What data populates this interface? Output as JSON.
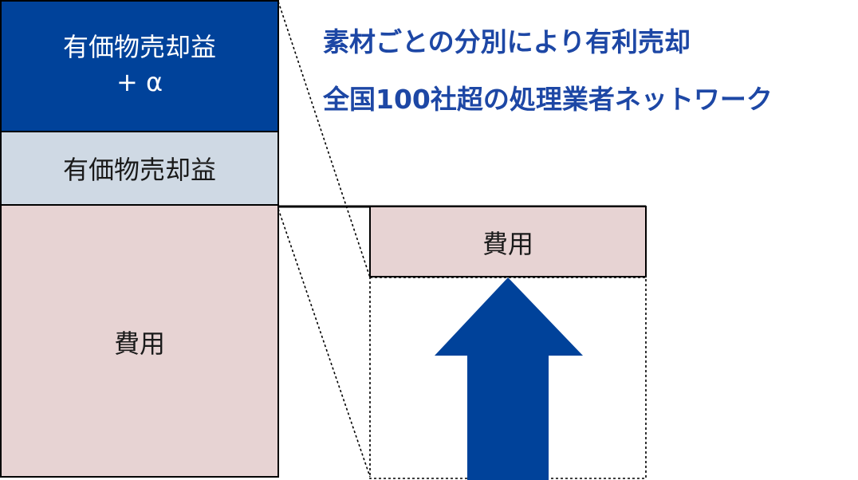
{
  "colors": {
    "dark_blue": "#00429a",
    "light_blue_gray": "#cfd9e4",
    "pink": "#e7d3d3",
    "headline": "#1d47a5",
    "outline": "#000000"
  },
  "left_stack": {
    "top_block": {
      "line1": "有価物売却益",
      "line2": "+ α"
    },
    "middle_block": {
      "label": "有価物売却益"
    },
    "bottom_block": {
      "label": "費用"
    }
  },
  "right_group": {
    "cost_box": {
      "label": "費用"
    },
    "arrow": {
      "icon": "up-arrow-icon",
      "direction": "up"
    }
  },
  "headlines": [
    "素材ごとの分別により有利売却",
    "全国100社超の処理業者ネットワーク"
  ]
}
